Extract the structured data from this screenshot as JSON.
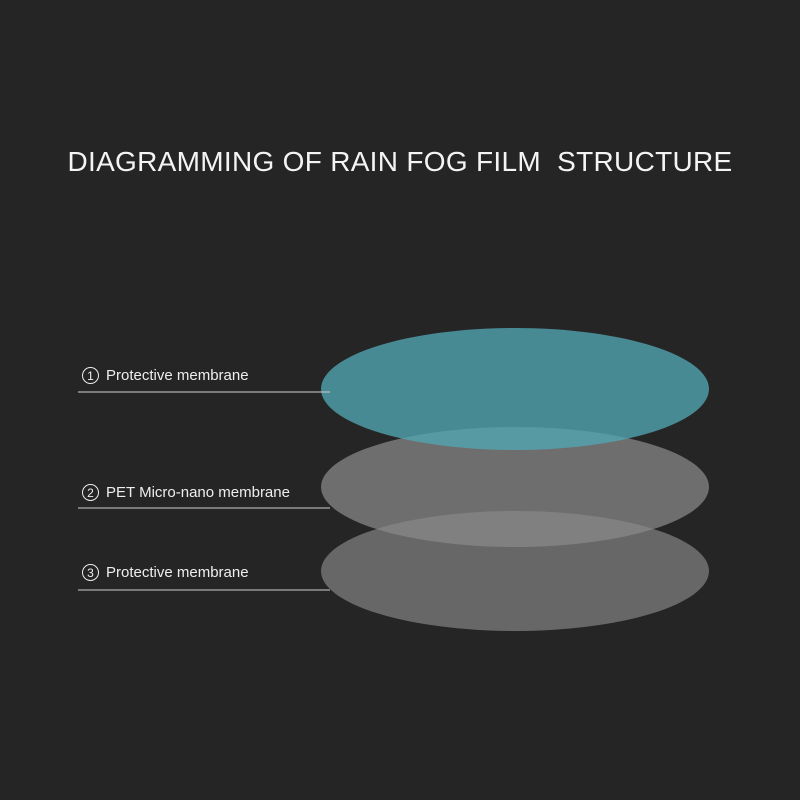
{
  "title": "DIAGRAMMING OF RAIN FOG FILM  STRUCTURE",
  "layers": [
    {
      "number": "1",
      "label": "Protective membrane",
      "color": "#4a9aa5"
    },
    {
      "number": "2",
      "label": "PET Micro-nano membrane",
      "color": "#8a8a8a"
    },
    {
      "number": "3",
      "label": "Protective membrane",
      "color": "#8a8a8a"
    }
  ],
  "colors": {
    "background": "#252525",
    "text": "#f2f2f2",
    "leader_line": "#cfcfcf"
  }
}
